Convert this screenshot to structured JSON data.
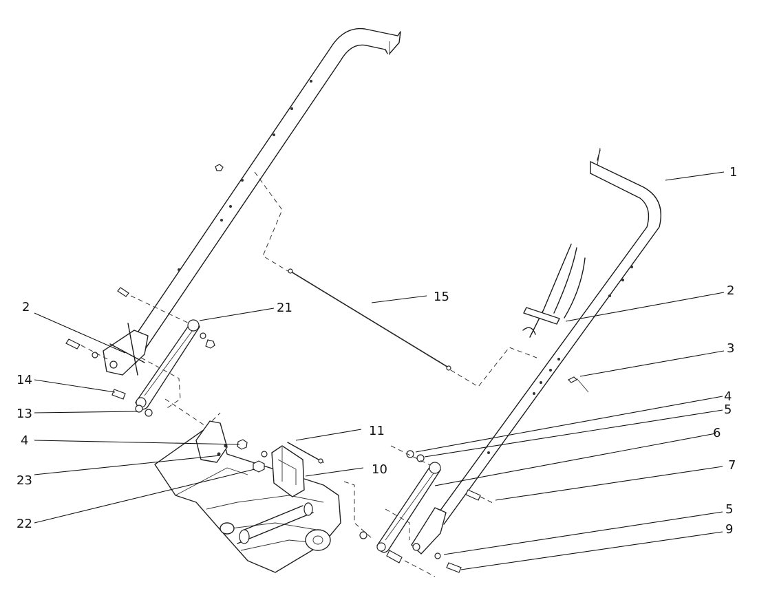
{
  "callouts": [
    {
      "id": "c1",
      "text": "1"
    },
    {
      "id": "c2a",
      "text": "2"
    },
    {
      "id": "c2b",
      "text": "2"
    },
    {
      "id": "c3",
      "text": "3"
    },
    {
      "id": "c4a",
      "text": "4"
    },
    {
      "id": "c4b",
      "text": "4"
    },
    {
      "id": "c5a",
      "text": "5"
    },
    {
      "id": "c5b",
      "text": "5"
    },
    {
      "id": "c6",
      "text": "6"
    },
    {
      "id": "c7",
      "text": "7"
    },
    {
      "id": "c9",
      "text": "9"
    },
    {
      "id": "c10",
      "text": "10"
    },
    {
      "id": "c11",
      "text": "11"
    },
    {
      "id": "c13",
      "text": "13"
    },
    {
      "id": "c14",
      "text": "14"
    },
    {
      "id": "c15",
      "text": "15"
    },
    {
      "id": "c21",
      "text": "21"
    },
    {
      "id": "c22",
      "text": "22"
    },
    {
      "id": "c23",
      "text": "23"
    }
  ]
}
